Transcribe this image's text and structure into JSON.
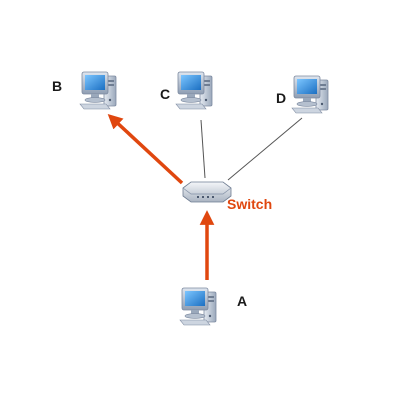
{
  "nodes": {
    "a": {
      "label": "A"
    },
    "b": {
      "label": "B"
    },
    "c": {
      "label": "C"
    },
    "d": {
      "label": "D"
    },
    "switch": {
      "label": "Switch"
    }
  },
  "links": [
    {
      "from": "switch",
      "to": "c",
      "style": "line"
    },
    {
      "from": "switch",
      "to": "d",
      "style": "line"
    },
    {
      "from": "switch",
      "to": "b",
      "style": "arrow"
    },
    {
      "from": "a",
      "to": "switch",
      "style": "arrow"
    }
  ],
  "colors": {
    "arrow": "#e0470f",
    "line": "#555555",
    "switch_label": "#e0470f",
    "monitor_frame": "#9fb0c4",
    "screen": "#2a8ad6",
    "tower": "#b8c4d4"
  }
}
